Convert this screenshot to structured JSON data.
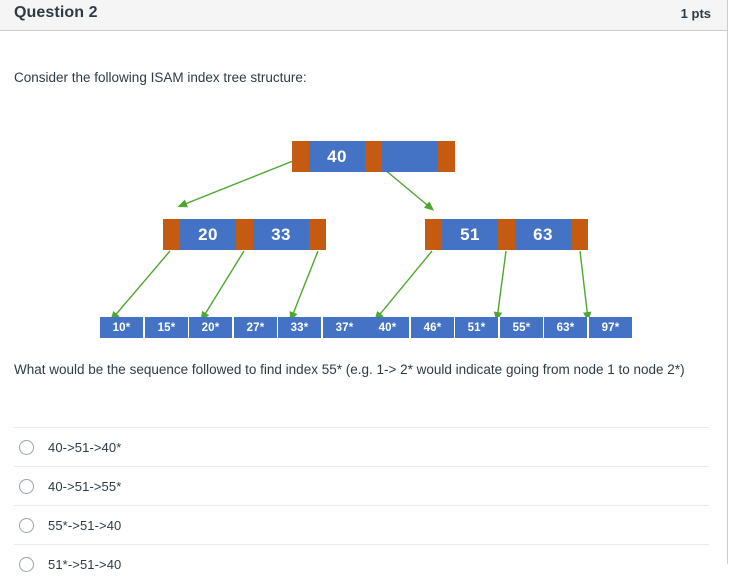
{
  "header": {
    "title": "Question 2",
    "points": "1 pts"
  },
  "prompt": {
    "intro": "Consider the following ISAM index tree structure:",
    "question": "What would be the sequence followed to find index 55* (e.g. 1-> 2* would indicate going from node 1 to node 2*)"
  },
  "colors": {
    "pointer": "#c55a11",
    "key_cell": "#4472c4",
    "arrow": "#4ea72e",
    "header_background": "#f5f5f5",
    "text": "#2d3b45"
  },
  "diagram": {
    "type": "isam-index-tree",
    "root": {
      "keys": [
        "40",
        ""
      ],
      "pointers": 3
    },
    "internal_nodes": [
      {
        "keys": [
          "20",
          "33"
        ],
        "pointers": 3
      },
      {
        "keys": [
          "51",
          "63"
        ],
        "pointers": 3
      }
    ],
    "leaves": [
      [
        "10*",
        "15*"
      ],
      [
        "20*",
        "27*"
      ],
      [
        "33*",
        "37*"
      ],
      [
        "40*",
        "46*"
      ],
      [
        "51*",
        "55*"
      ],
      [
        "63*",
        "97*"
      ]
    ]
  },
  "answers": [
    {
      "label": "40->51->40*",
      "selected": false
    },
    {
      "label": "40->51->55*",
      "selected": false
    },
    {
      "label": "55*->51->40",
      "selected": false
    },
    {
      "label": "51*->51->40",
      "selected": false
    }
  ]
}
